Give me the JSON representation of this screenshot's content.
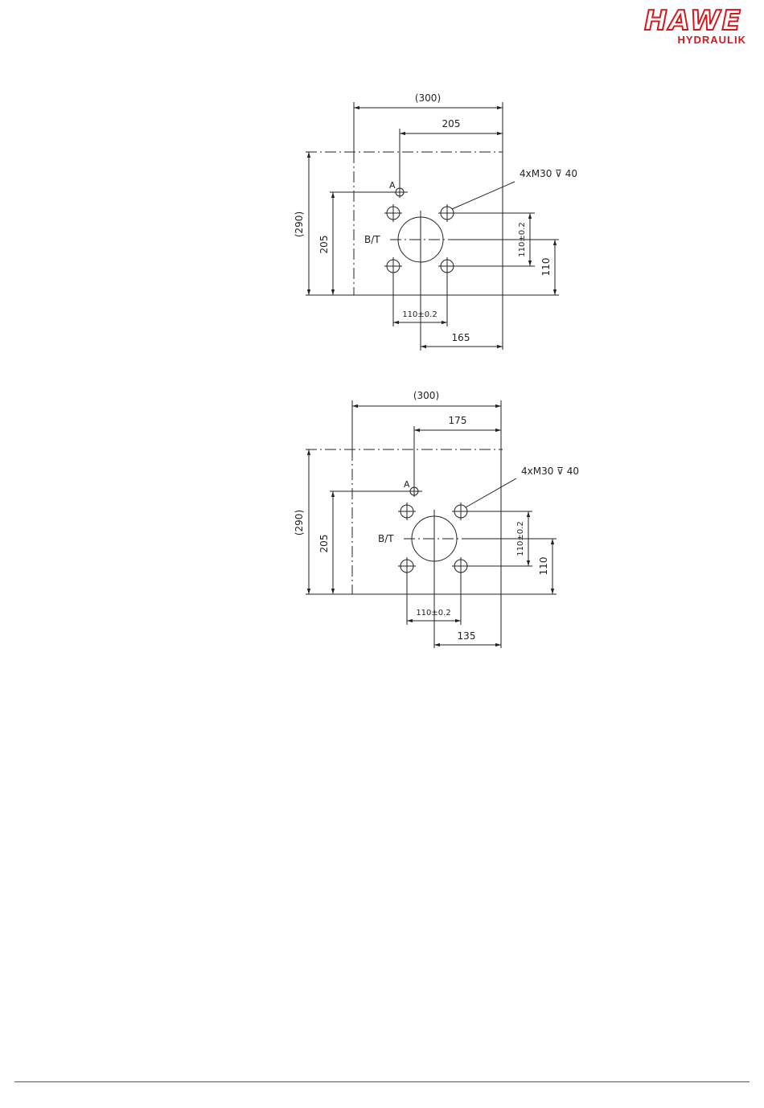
{
  "logo": {
    "brand": "HAWE",
    "sub": "HYDRAULIK"
  },
  "colors": {
    "brand": "#d1191f",
    "rule": "#c2185b",
    "ink": "#222222"
  },
  "drawing1": {
    "dim_width": "(300)",
    "dim_offset": "205",
    "dim_height": "(290)",
    "dim_a_height": "205",
    "label_a": "A",
    "label_bt": "B/T",
    "thread_callout": "4xM30 ⊽ 40",
    "dim_bolt_v": "110±0.2",
    "dim_center_v": "110",
    "dim_bolt_h": "110±0.2",
    "dim_center_h": "165"
  },
  "drawing2": {
    "dim_width": "(300)",
    "dim_offset": "175",
    "dim_height": "(290)",
    "dim_a_height": "205",
    "label_a": "A",
    "label_bt": "B/T",
    "thread_callout": "4xM30 ⊽ 40",
    "dim_bolt_v": "110±0.2",
    "dim_center_v": "110",
    "dim_bolt_h": "110±0.2",
    "dim_center_h": "135"
  }
}
